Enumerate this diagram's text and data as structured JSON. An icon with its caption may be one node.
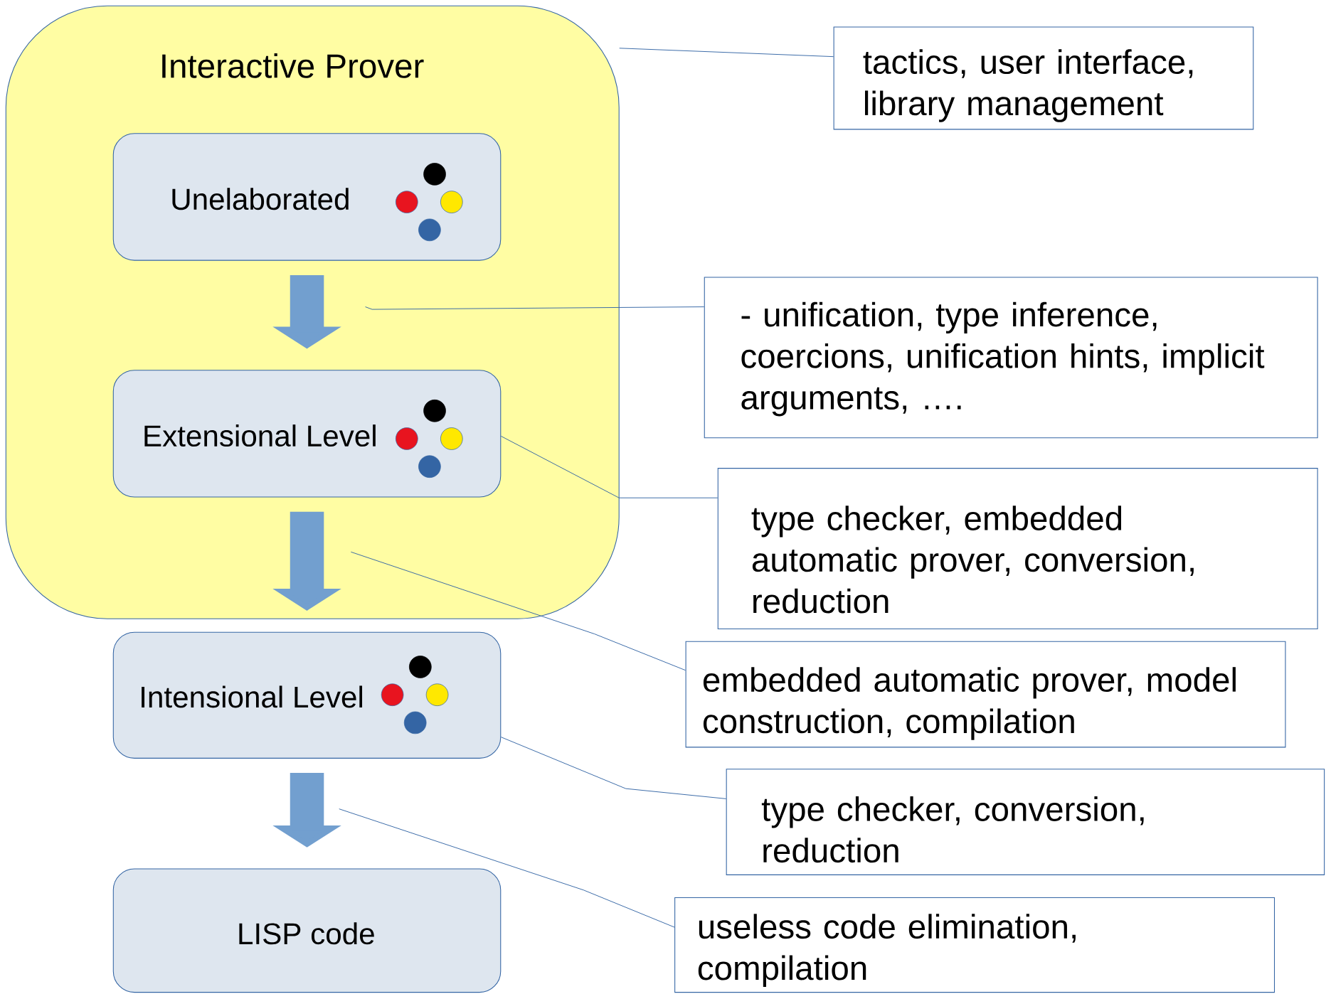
{
  "diagram": {
    "nodes": [
      {
        "text": [
          "Interactive Prover"
        ]
      },
      {
        "text": [
          "Unelaborated"
        ],
        "in": 0
      },
      {
        "text": [
          "Extensional Level"
        ],
        "in": 0
      },
      {
        "text": [
          "Intensional Level"
        ]
      },
      {
        "text": [
          "LISP code"
        ]
      },
      {
        "text": [
          "tactics, user interface, library management"
        ]
      },
      {
        "text": [
          "- unification, type inference, coercions, unification hints, implicit arguments, …."
        ]
      },
      {
        "text": [
          "type checker, embedded automatic prover, conversion, reduction"
        ]
      },
      {
        "text": [
          "embedded automatic prover, model construction, compilation"
        ]
      },
      {
        "text": [
          "type checker, conversion, reduction"
        ]
      },
      {
        "text": [
          "useless code elimination, compilation"
        ]
      }
    ],
    "edges": [
      {
        "from": 1,
        "to": 2,
        "arrow": "to",
        "style": "thick",
        "color": "#729fcf"
      },
      {
        "from": 2,
        "to": 3,
        "arrow": "to",
        "style": "thick",
        "color": "#729fcf"
      },
      {
        "from": 3,
        "to": 4,
        "arrow": "to",
        "style": "thick",
        "color": "#729fcf"
      },
      {
        "from": 5,
        "to": 0,
        "arrow": "none"
      },
      {
        "from": 6,
        "to": null,
        "arrow": "none"
      },
      {
        "from": 7,
        "to": 2,
        "arrow": "none"
      },
      {
        "from": 8,
        "to": null,
        "arrow": "none"
      },
      {
        "from": 9,
        "to": 3,
        "arrow": "none"
      },
      {
        "from": 10,
        "to": null,
        "arrow": "none"
      }
    ]
  }
}
